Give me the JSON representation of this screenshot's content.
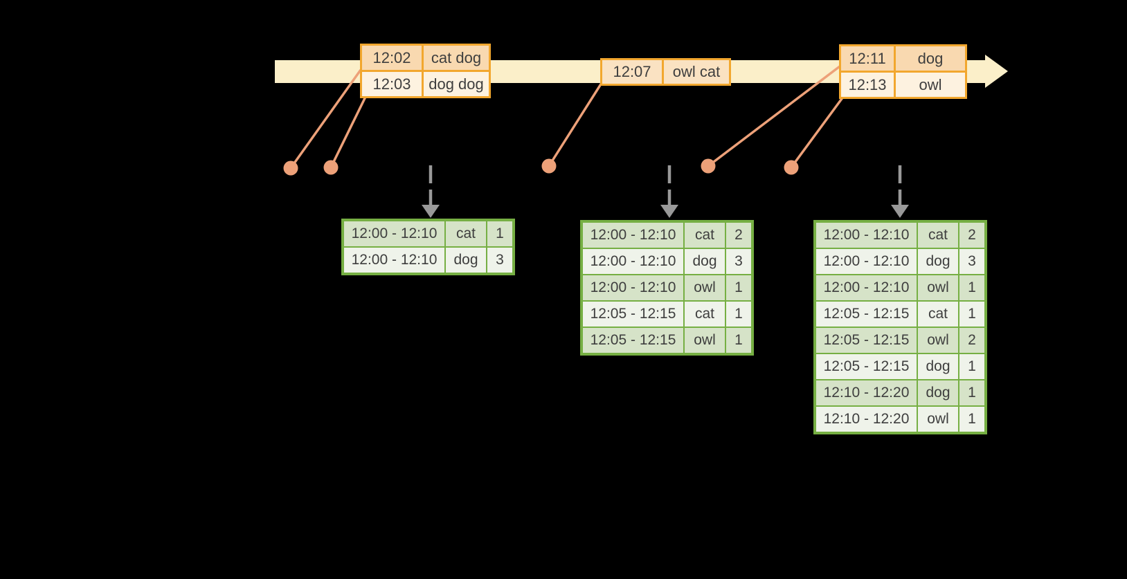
{
  "diagram": {
    "type": "streaming-windowed-aggregation-timeline",
    "background": "#000000"
  },
  "colors": {
    "timeline_band": "#fbefc9",
    "event_table_border": "#f2a72e",
    "event_row_dark": "#f9d9b0",
    "event_row_mid": "#fae2c2",
    "event_row_light": "#fdf2e0",
    "marker_salmon": "#eda179",
    "result_table_border": "#76af43",
    "result_row_dark": "#d6e3c8",
    "result_row_light": "#eff3ea",
    "trigger_arrow_gray": "#999999",
    "text": "#3e3e3e"
  },
  "events": [
    {
      "rows": [
        {
          "time": "12:02",
          "words": "cat dog"
        },
        {
          "time": "12:03",
          "words": "dog dog"
        }
      ]
    },
    {
      "rows": [
        {
          "time": "12:07",
          "words": "owl cat"
        }
      ]
    },
    {
      "rows": [
        {
          "time": "12:11",
          "words": "dog"
        },
        {
          "time": "12:13",
          "words": "owl"
        }
      ]
    }
  ],
  "results": [
    {
      "rows": [
        {
          "window": "12:00 - 12:10",
          "word": "cat",
          "count": "1"
        },
        {
          "window": "12:00 - 12:10",
          "word": "dog",
          "count": "3"
        }
      ]
    },
    {
      "rows": [
        {
          "window": "12:00 - 12:10",
          "word": "cat",
          "count": "2"
        },
        {
          "window": "12:00 - 12:10",
          "word": "dog",
          "count": "3"
        },
        {
          "window": "12:00 - 12:10",
          "word": "owl",
          "count": "1"
        },
        {
          "window": "12:05 - 12:15",
          "word": "cat",
          "count": "1"
        },
        {
          "window": "12:05 - 12:15",
          "word": "owl",
          "count": "1"
        }
      ]
    },
    {
      "rows": [
        {
          "window": "12:00 - 12:10",
          "word": "cat",
          "count": "2"
        },
        {
          "window": "12:00 - 12:10",
          "word": "dog",
          "count": "3"
        },
        {
          "window": "12:00 - 12:10",
          "word": "owl",
          "count": "1"
        },
        {
          "window": "12:05 - 12:15",
          "word": "cat",
          "count": "1"
        },
        {
          "window": "12:05 - 12:15",
          "word": "owl",
          "count": "2"
        },
        {
          "window": "12:05 - 12:15",
          "word": "dog",
          "count": "1"
        },
        {
          "window": "12:10 - 12:20",
          "word": "dog",
          "count": "1"
        },
        {
          "window": "12:10 - 12:20",
          "word": "owl",
          "count": "1"
        }
      ]
    }
  ]
}
